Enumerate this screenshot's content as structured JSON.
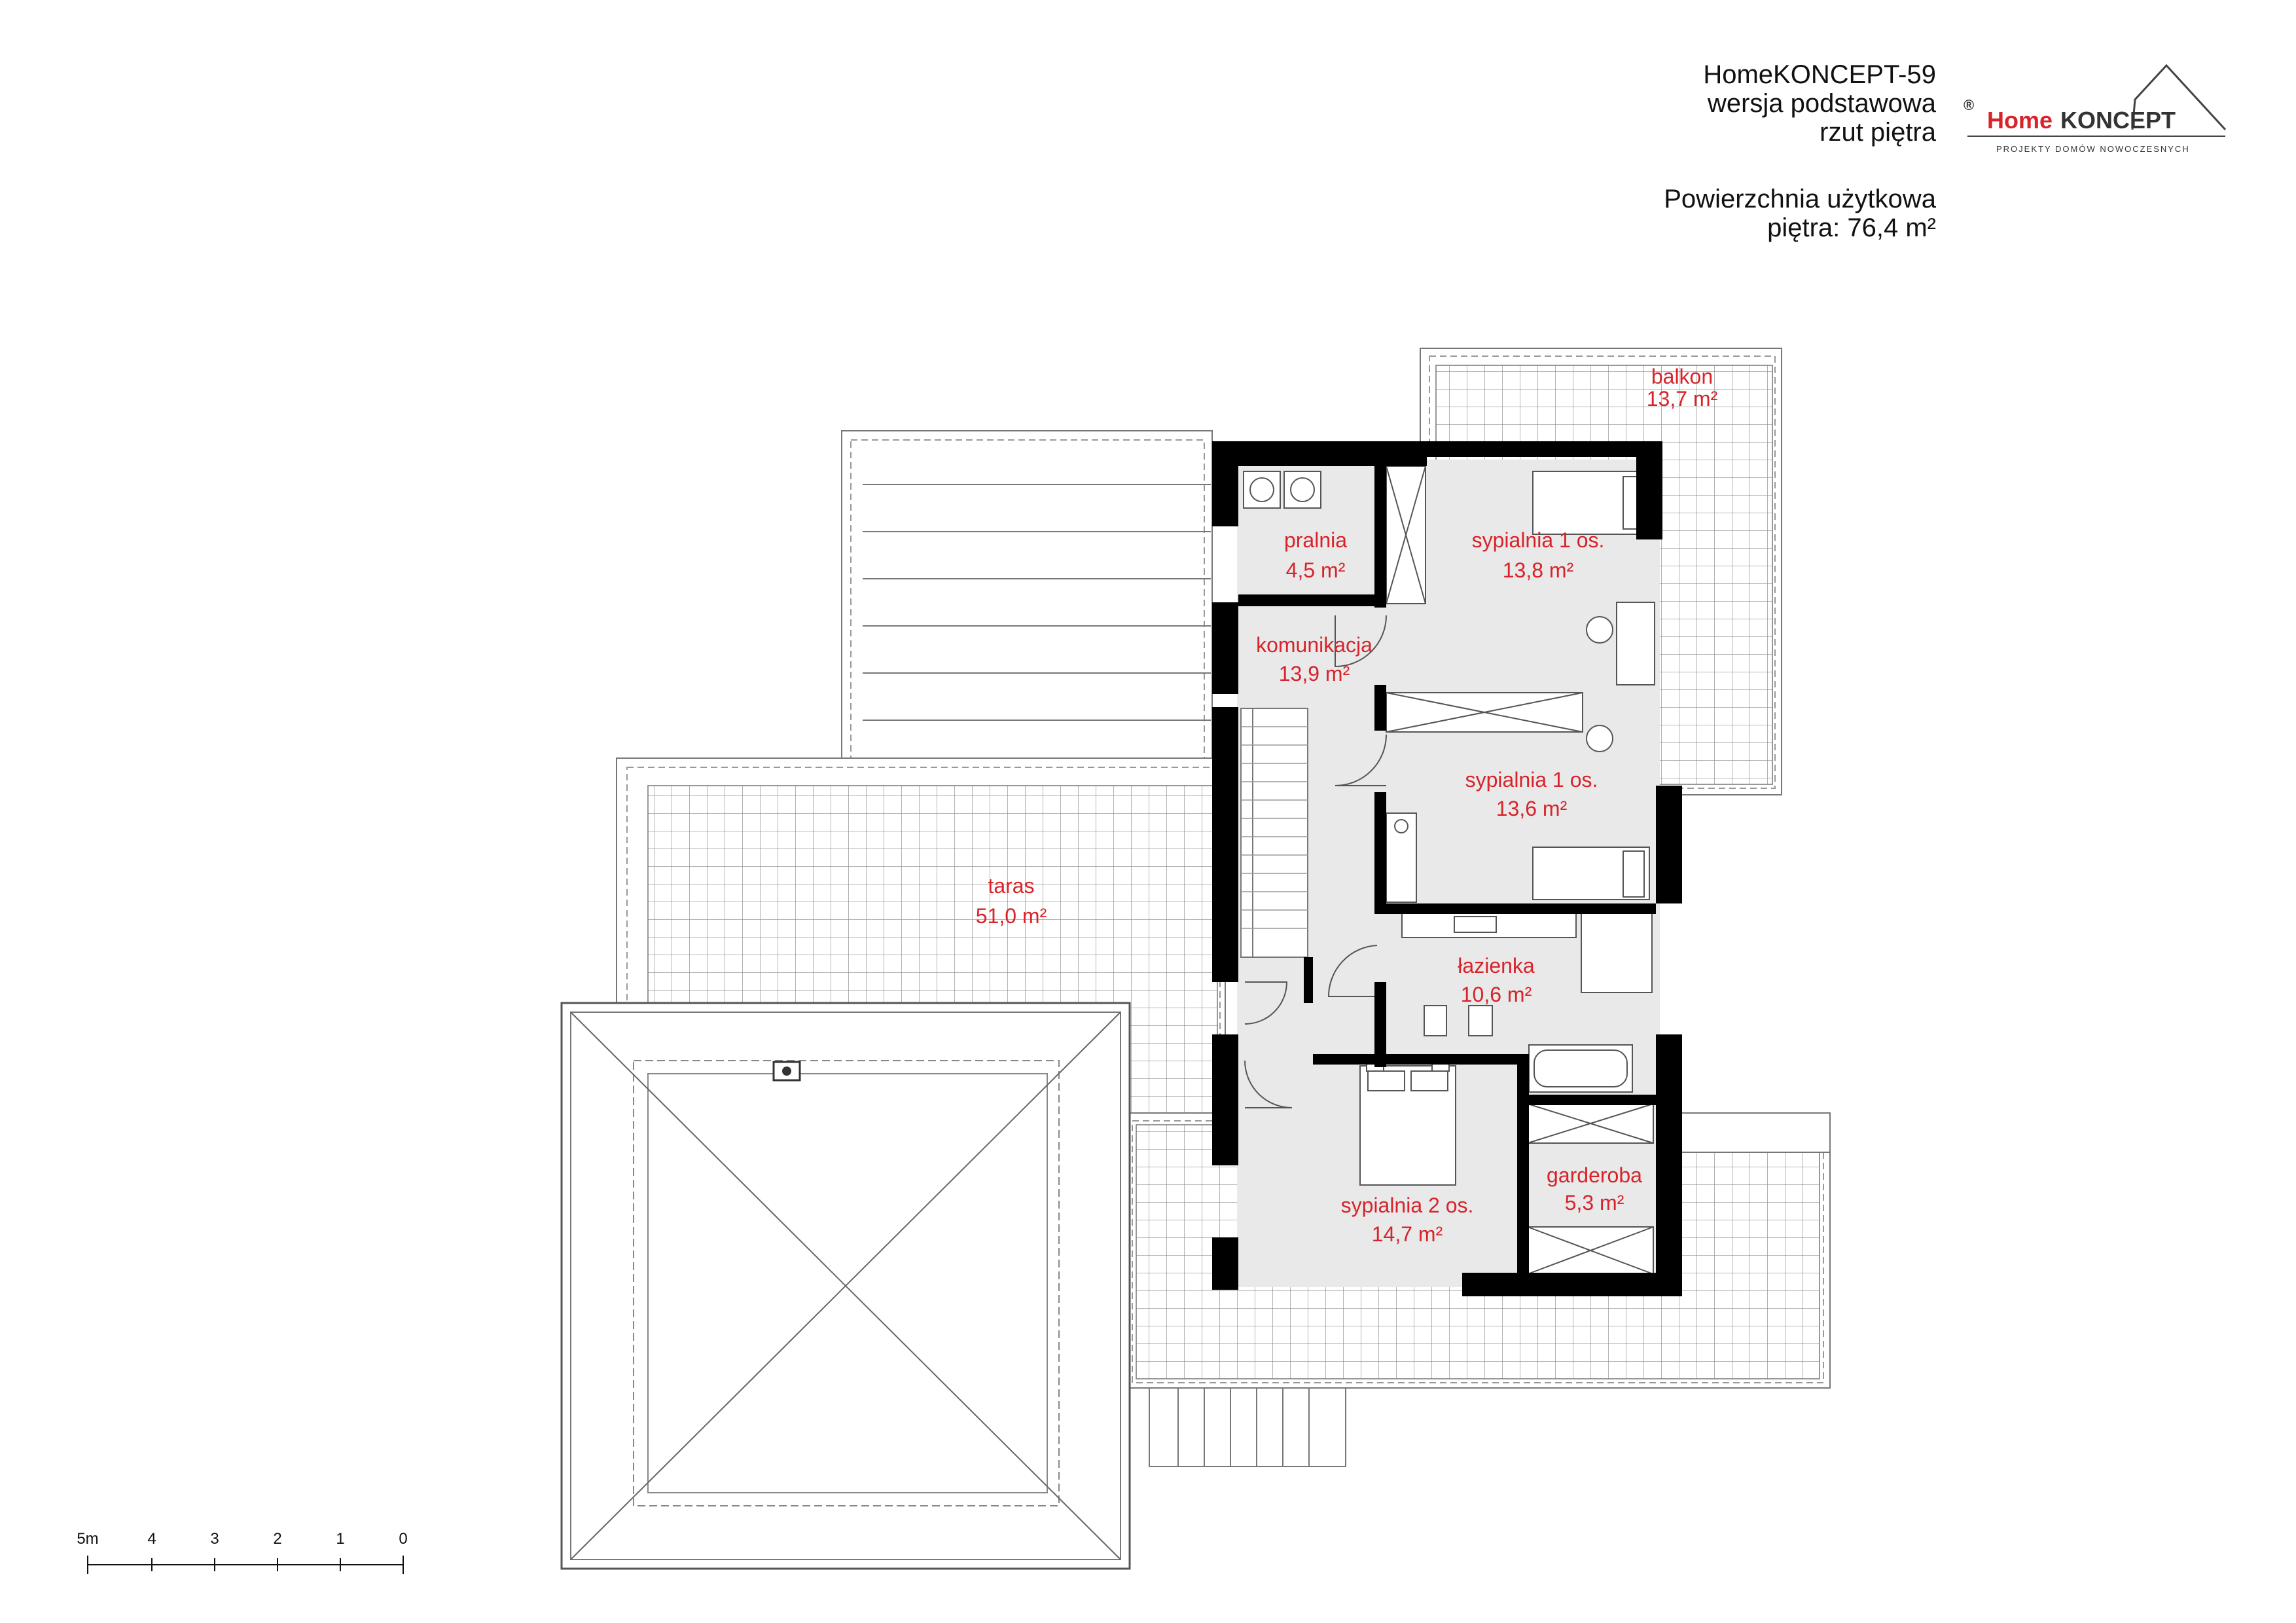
{
  "header": {
    "project_name": "HomeKONCEPT-59",
    "variant": "wersja podstawowa",
    "view": "rzut piętra",
    "area_title": "Powierzchnia użytkowa",
    "area_value": "piętra: 76,4 m²"
  },
  "logo": {
    "brand_part1": "Home",
    "brand_part2": "KONCEPT",
    "registered": "®",
    "tagline": "PROJEKTY DOMÓW NOWOCZESNYCH",
    "brand_color": "#d8232a"
  },
  "rooms": [
    {
      "name": "balkon",
      "area": "13,7 m²"
    },
    {
      "name": "pralnia",
      "area": "4,5 m²"
    },
    {
      "name": "sypialnia 1 os.",
      "area": "13,8 m²"
    },
    {
      "name": "komunikacja",
      "area": "13,9 m²"
    },
    {
      "name": "sypialnia 1 os.",
      "area": "13,6 m²"
    },
    {
      "name": "taras",
      "area": "51,0 m²"
    },
    {
      "name": "łazienka",
      "area": "10,6 m²"
    },
    {
      "name": "garderoba",
      "area": "5,3 m²"
    },
    {
      "name": "sypialnia 2 os.",
      "area": "14,7 m²"
    }
  ],
  "scale_bar": {
    "ticks": [
      "0",
      "1",
      "2",
      "3",
      "4",
      "5m"
    ]
  },
  "colors": {
    "wall": "#000000",
    "floor": "#e9e9e9",
    "label": "#d8232a",
    "line": "#9a9a9a"
  }
}
